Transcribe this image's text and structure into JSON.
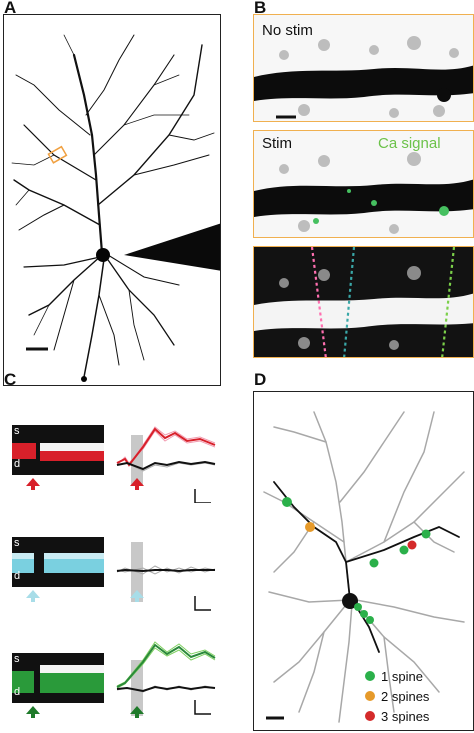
{
  "panels": {
    "a": {
      "label": "A"
    },
    "b": {
      "label": "B",
      "no_stim": "No stim",
      "stim": "Stim",
      "ca_signal": "Ca signal"
    },
    "c": {
      "label": "C",
      "rows": [
        {
          "s": "s",
          "d": "d",
          "color": "#d8202a"
        },
        {
          "s": "s",
          "d": "d",
          "color": "#7ad0e0"
        },
        {
          "s": "s",
          "d": "d",
          "color": "#1f7a2a"
        }
      ]
    },
    "d": {
      "label": "D",
      "legend": [
        {
          "label": "1 spine",
          "color": "#2bb04a"
        },
        {
          "label": "2 spines",
          "color": "#e69a2a"
        },
        {
          "label": "3 spines",
          "color": "#d42a2a"
        }
      ]
    }
  },
  "colors": {
    "orange_frame": "#f0b050",
    "pink_line": "#ff6fb0",
    "teal_line": "#3aa8a8",
    "green_line": "#7bd04a"
  }
}
